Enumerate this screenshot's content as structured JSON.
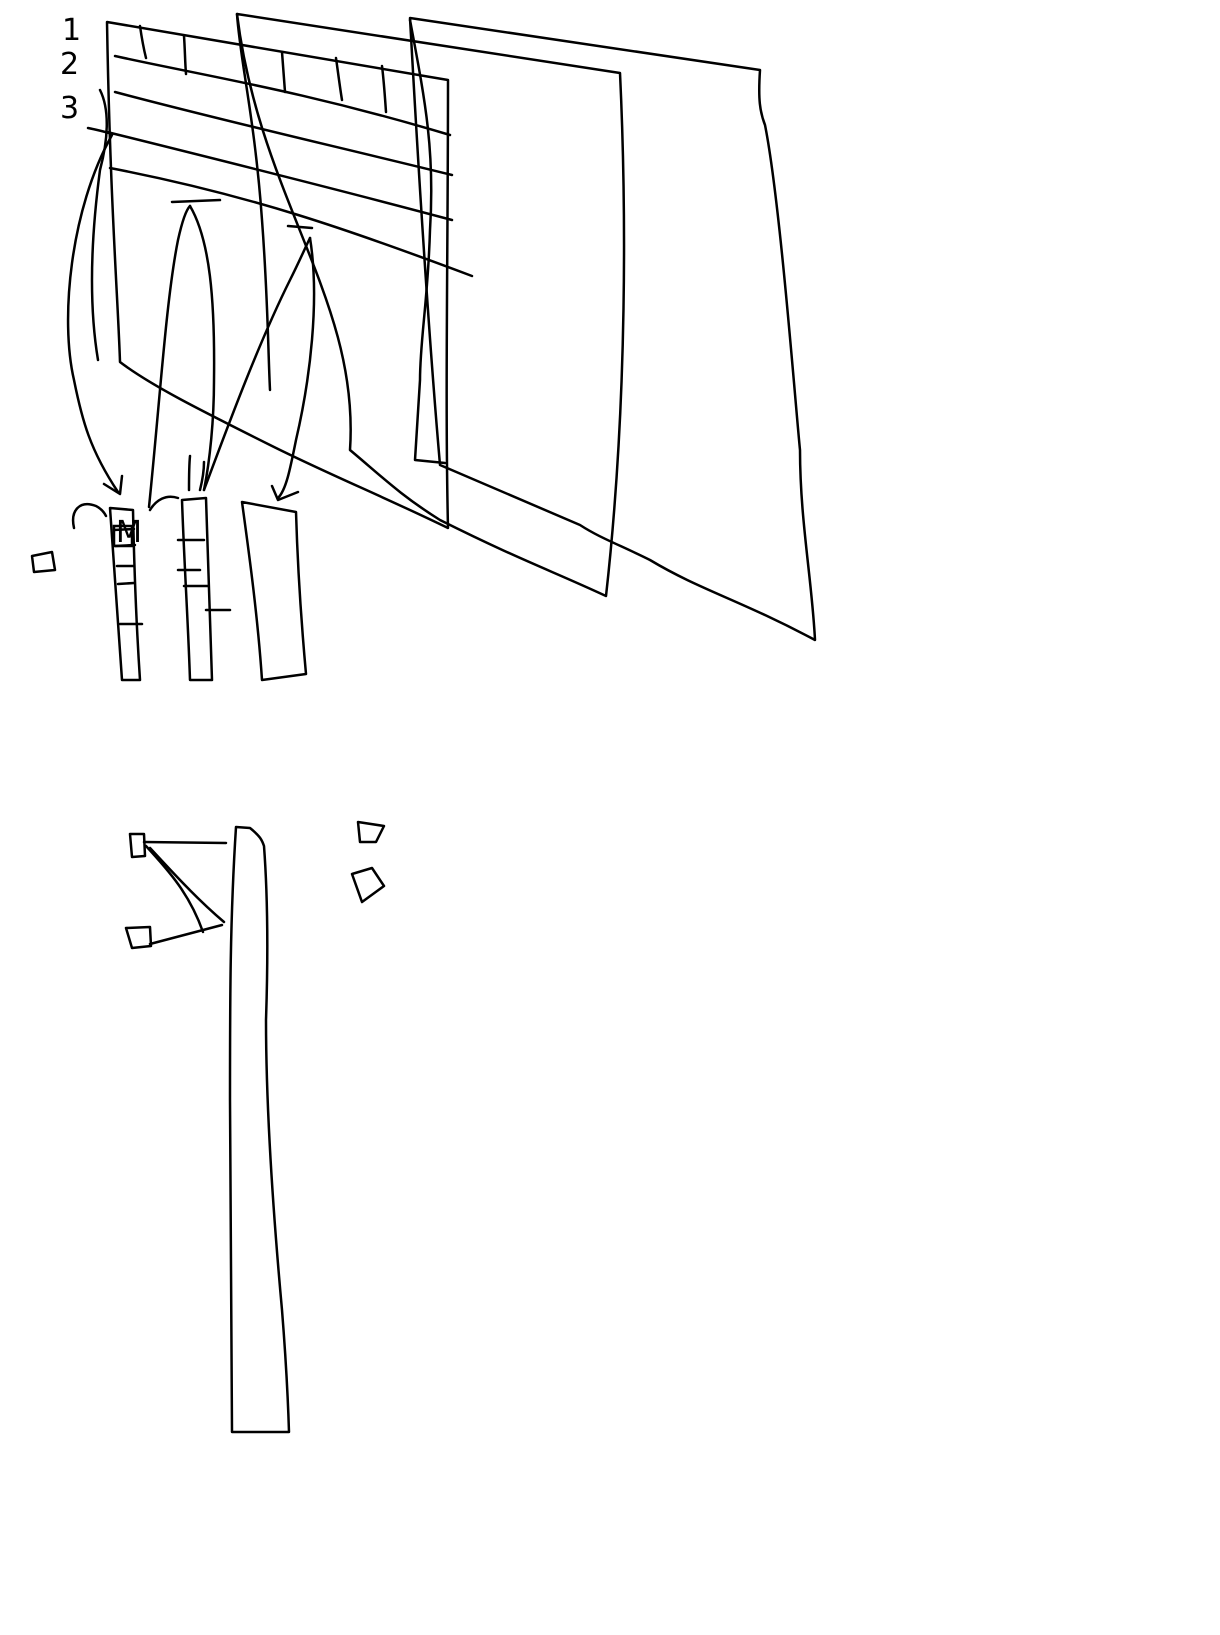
{
  "canvas": {
    "background": "#ffffff",
    "ink_color": "#000000"
  },
  "row_numbers": [
    "1",
    "2",
    "3"
  ],
  "column_labels": [
    "M"
  ]
}
